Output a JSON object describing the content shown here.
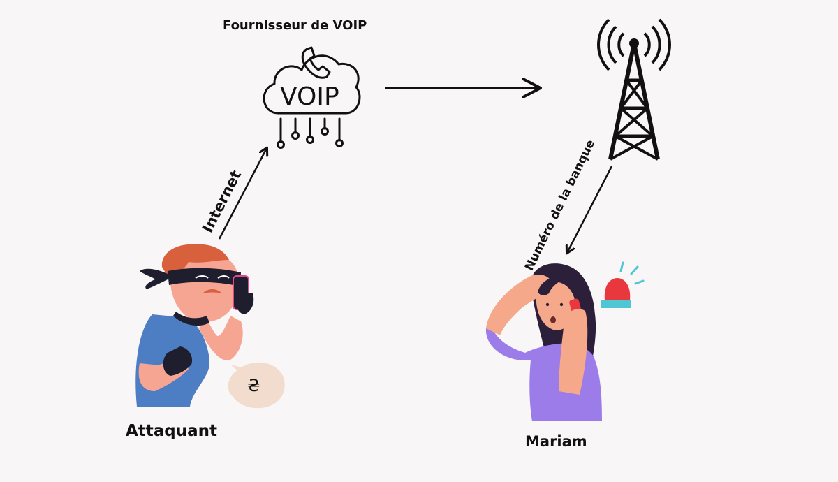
{
  "diagram": {
    "voip_provider_title": "Fournisseur de VOIP",
    "voip_cloud_text": "VOIP",
    "internet_label": "Internet",
    "bank_number_label": "Numéro de la banque",
    "attacker_label": "Attaquant",
    "victim_label": "Mariam",
    "currency_symbol": "₴"
  },
  "colors": {
    "background": "#f8f6f7",
    "line": "#111111",
    "attacker_hair": "#d9603c",
    "attacker_skin": "#f7a593",
    "attacker_shirt": "#4d7ec4",
    "mask": "#1e1e2e",
    "victim_shirt": "#9b7ce8",
    "victim_hair": "#2b1f3a",
    "victim_skin": "#f5a98a",
    "alarm_red": "#e8383d",
    "alarm_base": "#4ec6d3",
    "speech_bubble": "#f2dccd"
  },
  "icons": [
    "voip-cloud-icon",
    "cell-tower-icon",
    "alarm-siren-icon",
    "phone-icon"
  ]
}
